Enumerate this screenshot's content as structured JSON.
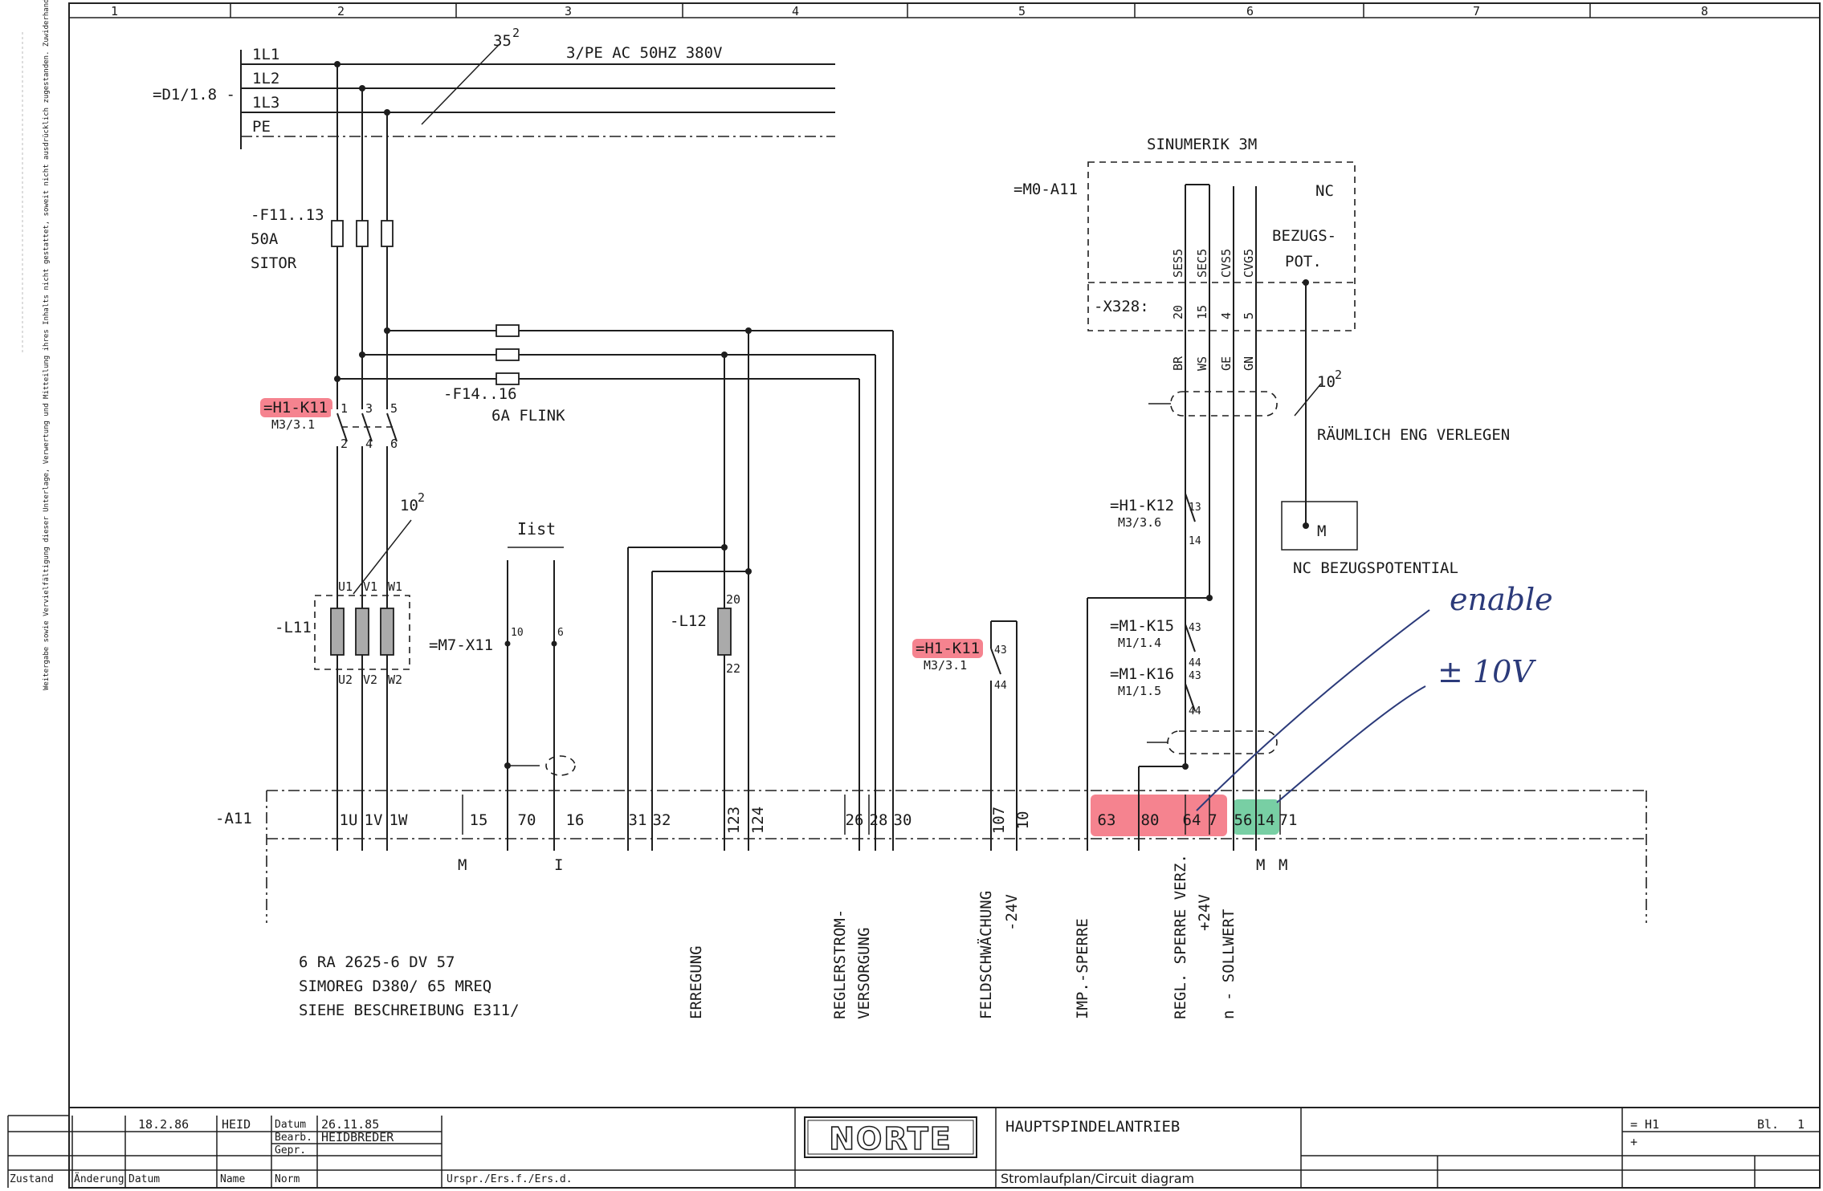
{
  "grid_columns": [
    "1",
    "2",
    "3",
    "4",
    "5",
    "6",
    "7",
    "8"
  ],
  "supply": {
    "ref": "=D1/1.8 -",
    "lines": [
      "1L1",
      "1L2",
      "1L3",
      "PE"
    ],
    "spec": "3/PE AC 50HZ 380V",
    "cable": "35",
    "cable_exp": "2"
  },
  "fuses_main": {
    "ref": "-F11..13",
    "rating": "50A",
    "type": "SITOR"
  },
  "fuses_aux": {
    "ref": "-F14..16",
    "rating": "6A FLINK"
  },
  "contactor_main": {
    "ref": "=H1-K11",
    "sub": "M3/3.1",
    "pins_top": [
      "1",
      "3",
      "5"
    ],
    "pins_bottom": [
      "2",
      "4",
      "6"
    ]
  },
  "reactor": {
    "ref": "-L11",
    "cable": "10",
    "cable_exp": "2",
    "top": [
      "U1",
      "V1",
      "W1"
    ],
    "bottom": [
      "U2",
      "V2",
      "W2"
    ]
  },
  "motor_feedback": {
    "ref": "=M7-X11",
    "title": "Iist",
    "pins": [
      "10",
      "6"
    ]
  },
  "field": {
    "ref": "-L12",
    "pins": [
      "20",
      "22"
    ]
  },
  "contactor_field": {
    "ref": "=H1-K11",
    "sub": "M3/3.1",
    "pins": [
      "43",
      "44"
    ]
  },
  "nc": {
    "title": "SINUMERIK 3M",
    "ref": "=M0-A11",
    "label": "NC",
    "x328": "-X328:",
    "signals": [
      "SES5",
      "SEC5",
      "CVS5",
      "CVG5"
    ],
    "pins": [
      "20",
      "15",
      "4",
      "5"
    ],
    "colors": [
      "BR",
      "WS",
      "GE",
      "GN"
    ],
    "bezugs": [
      "BEZUGS-",
      "POT."
    ],
    "cable": "10",
    "cable_exp": "2",
    "routing_note": "RÄUMLICH ENG VERLEGEN",
    "m_label": "M",
    "bezugspot": "NC BEZUGSPOTENTIAL"
  },
  "relays": [
    {
      "ref": "=H1-K12",
      "sub": "M3/3.6",
      "pins": [
        "13",
        "14"
      ]
    },
    {
      "ref": "=M1-K15",
      "sub": "M1/1.4",
      "pins": [
        "43",
        "44"
      ]
    },
    {
      "ref": "=M1-K16",
      "sub": "M1/1.5",
      "pins": [
        "43",
        "44"
      ]
    }
  ],
  "terminal_strip": {
    "ref": "-A11",
    "terminals": [
      "1U",
      "1V",
      "1W",
      "15",
      "70",
      "16",
      "31",
      "32",
      "123",
      "124",
      "26",
      "28",
      "30",
      "107",
      "10",
      "63",
      "80",
      "64",
      "7",
      "56",
      "14",
      "71"
    ],
    "below": [
      "M",
      "I",
      "M",
      "M"
    ]
  },
  "annotations": {
    "erregung": "ERREGUNG",
    "regler": [
      "REGLERSTROM-",
      "VERSORGUNG"
    ],
    "feld": [
      "FELDSCHWÄCHUNG",
      "-24V"
    ],
    "imp": "IMP.-SPERRE",
    "regl": [
      "REGL. SPERRE VERZ.",
      "+24V"
    ],
    "sollwert": "n - SOLLWERT"
  },
  "drive": {
    "lines": [
      "6 RA 2625-6 DV 57",
      "SIMOREG D380/ 65 MREQ",
      "SIEHE BESCHREIBUNG E311/"
    ]
  },
  "handwritten": {
    "enable": "enable",
    "volt": "± 10V"
  },
  "highlight_colors": {
    "red": "#f25a6a",
    "green": "#4bbf86"
  },
  "title_block": {
    "date1": "18.2.86",
    "name1": "HEID",
    "datum_label": "Datum",
    "datum": "26.11.85",
    "bearb_label": "Bearb.",
    "bearb": "HEIDBREDER",
    "gepr_label": "Gepr.",
    "norm_label": "Norm",
    "zustand": "Zustand",
    "aenderung": "Änderung",
    "datum2": "Datum",
    "name2": "Name",
    "ursprung": "Urspr./Ers.f./Ers.d.",
    "logo": "NORTE",
    "title": "HAUPTSPINDELANTRIEB",
    "subtitle": "Stromlaufplan/Circuit diagram",
    "sheet_ref": "= H1",
    "sheet_plus": "+",
    "blatt": "Bl.",
    "blatt_nr": "1"
  },
  "margin_note": "Weitergabe sowie Vervielfältigung dieser Unterlage, Verwertung und Mitteilung ihres Inhalts nicht gestattet, soweit nicht ausdrücklich zugestanden. Zuwiderhandlungen verpflichten zu Schadenersatz. Alle Rechte vorbehalten, insbesondere für den Fall der Patenterteilung oder GM-Eintragung."
}
